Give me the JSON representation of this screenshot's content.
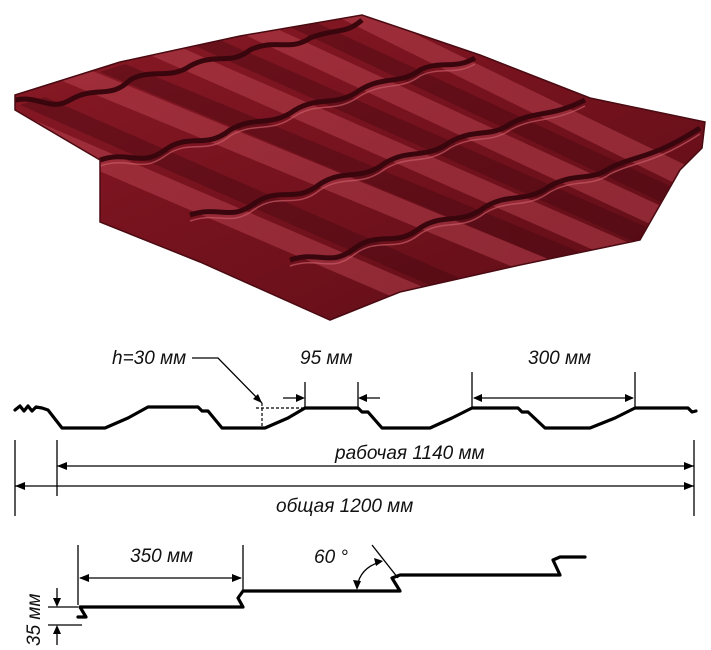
{
  "product_image": {
    "description_color": "#7a1420"
  },
  "cross_section": {
    "height_label": "h=30 мм",
    "flat_top_label": "95 мм",
    "wave_pitch_label": "300 мм",
    "working_width_label": "рабочая 1140 мм",
    "total_width_label": "общая 1200 мм"
  },
  "side_profile": {
    "step_length_label": "350 мм",
    "angle_label": "60 °",
    "step_height_label": "35 мм"
  },
  "colors": {
    "tile": "#7a1420",
    "tile_dark": "#4e0b13",
    "tile_light": "#b2404c",
    "line": "#000000"
  }
}
